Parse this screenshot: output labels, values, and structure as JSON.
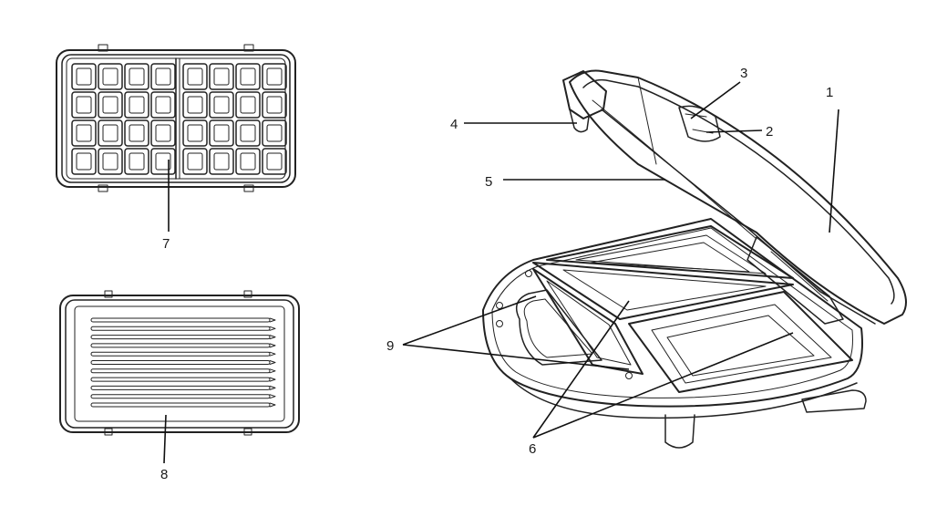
{
  "callouts": {
    "c1": "1",
    "c2": "2",
    "c3": "3",
    "c4": "4",
    "c5": "5",
    "c6": "6",
    "c7": "7",
    "c8": "8",
    "c9": "9"
  },
  "colors": {
    "ink": "#222222",
    "background": "#ffffff"
  }
}
